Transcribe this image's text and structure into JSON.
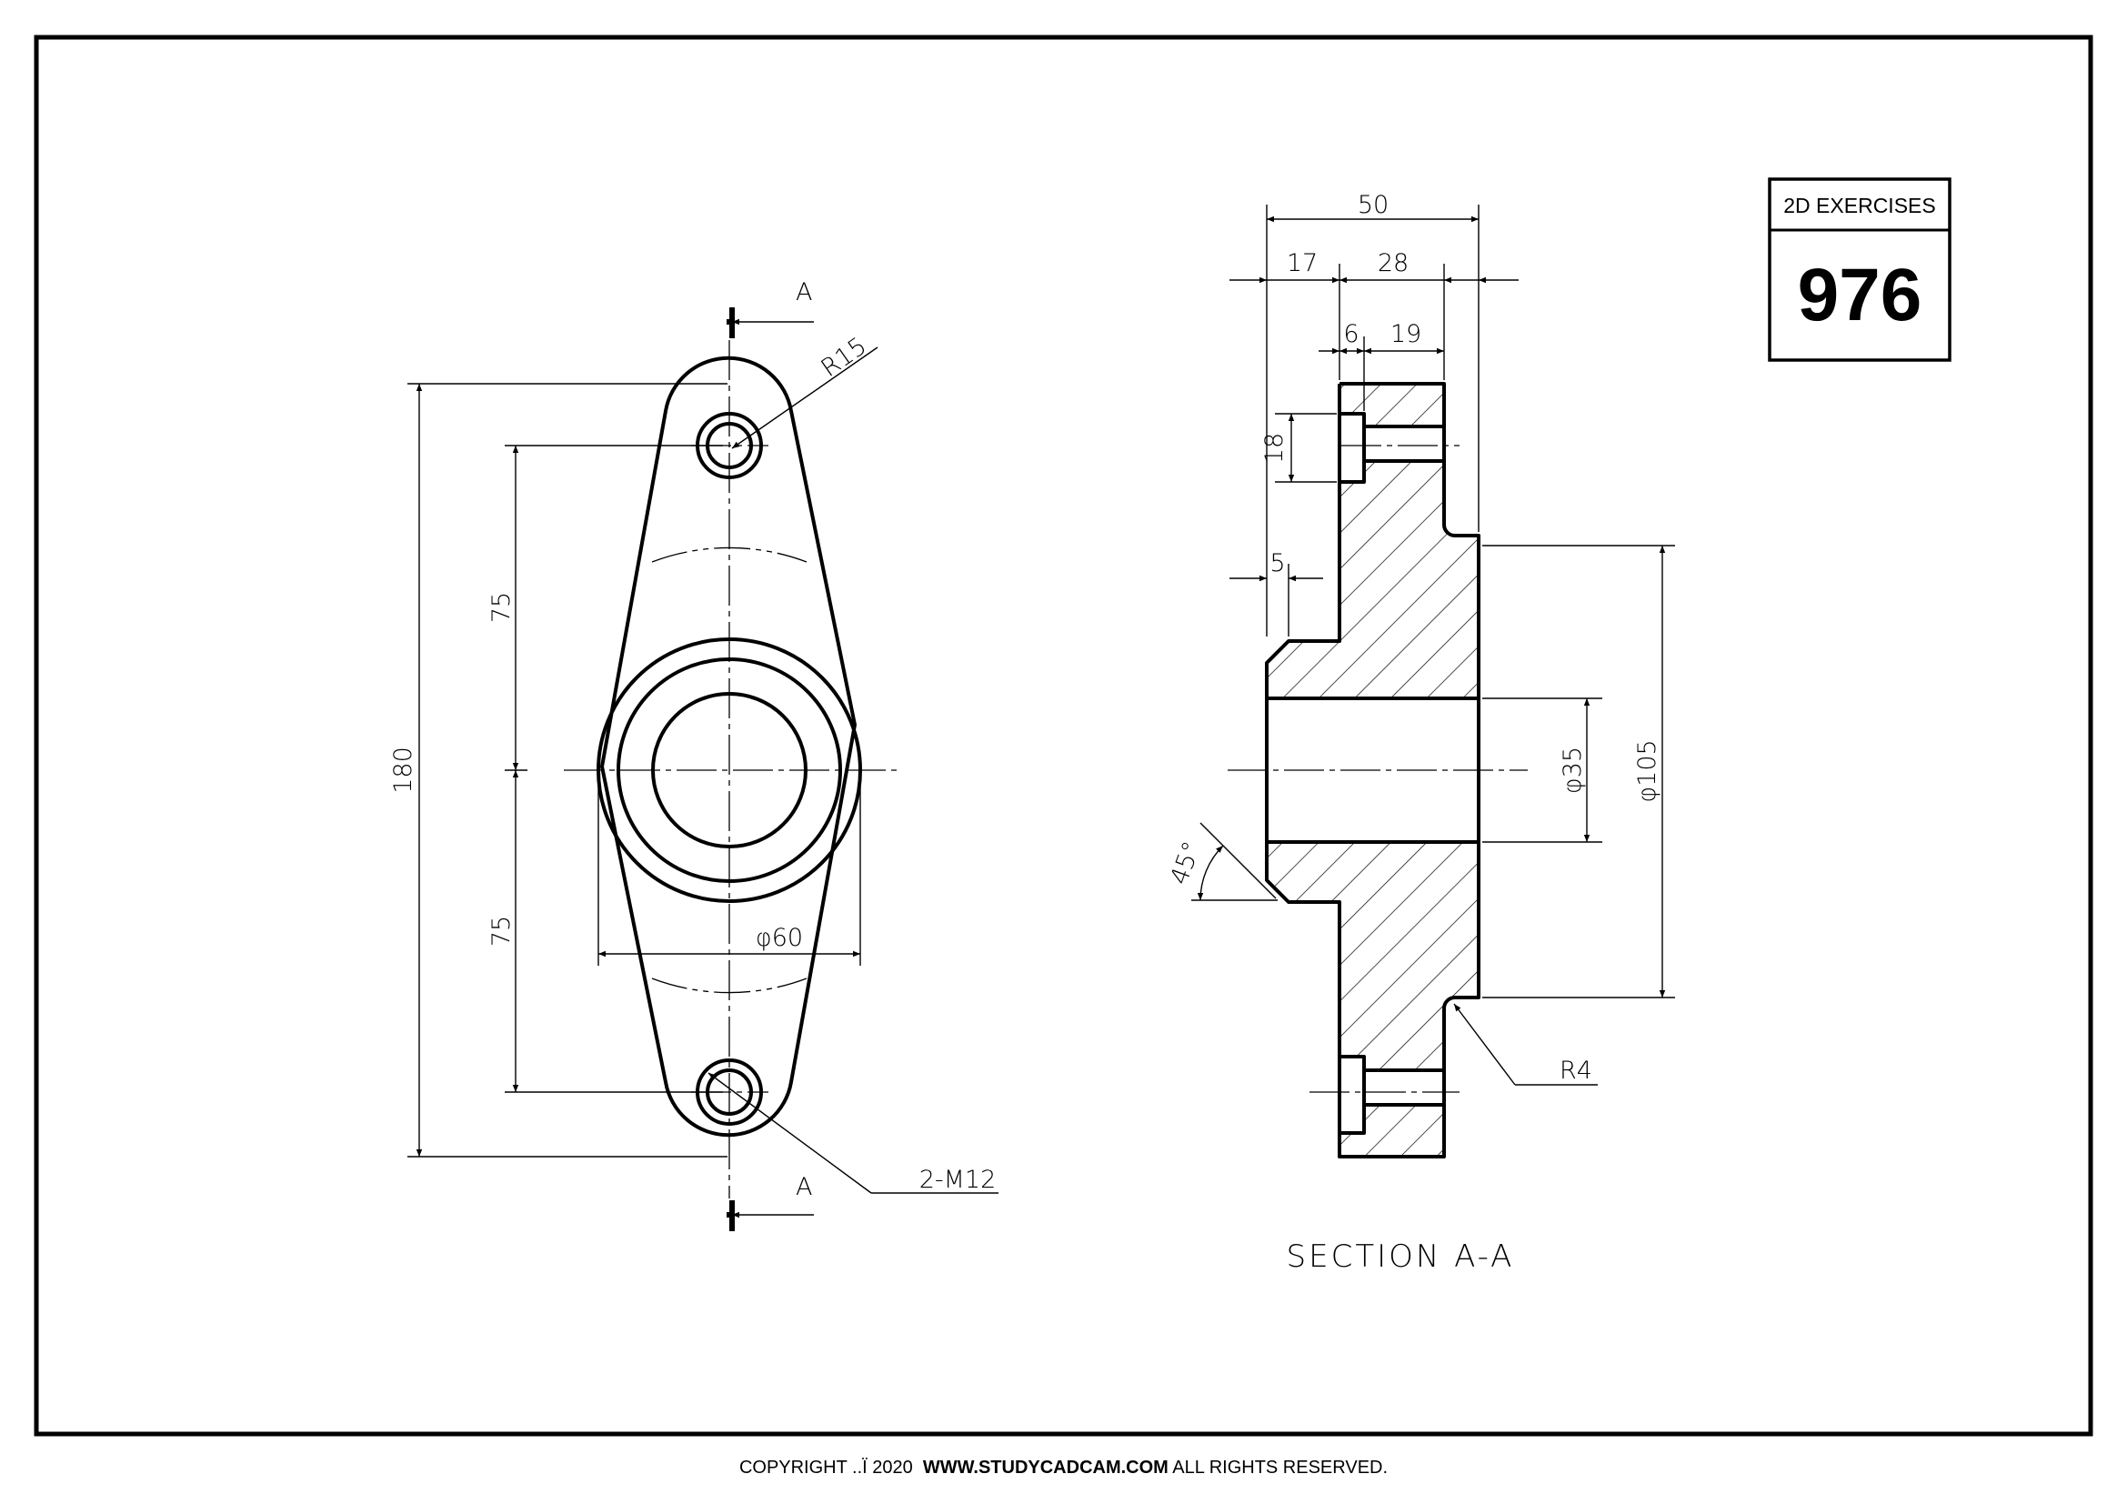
{
  "title_block": {
    "label": "2D EXERCISES",
    "number": "976"
  },
  "front_view": {
    "section_mark_top": "A",
    "section_mark_bottom": "A",
    "dims": {
      "overall_height": "180",
      "upper_spacing": "75",
      "lower_spacing": "75",
      "boss_diameter": "φ60",
      "end_radius": "R15",
      "holes": "2-M12"
    }
  },
  "section_view": {
    "title": "SECTION A-A",
    "dims": {
      "overall_width": "50",
      "left_offset": "17",
      "hub_width": "28",
      "counterbore_depth": "6",
      "flange_width": "19",
      "counterbore_dia": "18",
      "chamfer_depth": "5",
      "chamfer_angle": "45°",
      "bore": "φ35",
      "flange_dia": "φ105",
      "fillet": "R4"
    }
  },
  "copyright": {
    "prefix": "COPYRIGHT ..Ï 2020",
    "site": "WWW.STUDYCADCAM.COM",
    "suffix": "ALL RIGHTS RESERVED."
  }
}
